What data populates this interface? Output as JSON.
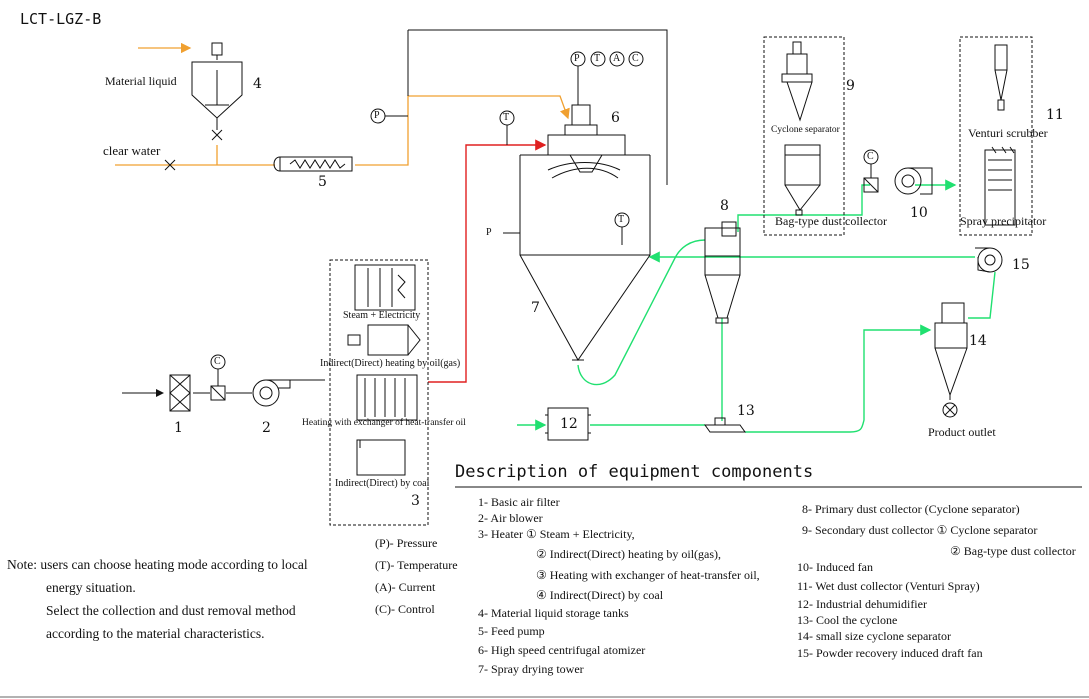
{
  "model_code": "LCT-LGZ-B",
  "inputs": {
    "material_liquid": "Material liquid",
    "clear_water": "clear water"
  },
  "equipment_labels": {
    "cyclone_separator": "Cyclone separator",
    "bag_type_collector": "Bag-type dust collector",
    "venturi_scrubber": "Venturi scrubber",
    "spray_precipitator": "Spray precipitator",
    "product_outlet": "Product outlet"
  },
  "heater_labels": {
    "steam": "Steam + Electricity",
    "oil_gas": "Indirect(Direct) heating by oil(gas)",
    "exchanger": "Heating with exchanger of heat-transfer oil",
    "coal": "Indirect(Direct) by coal"
  },
  "instrument_symbols": [
    "P",
    "T",
    "A",
    "C"
  ],
  "numbers": [
    "1",
    "2",
    "3",
    "4",
    "5",
    "6",
    "7",
    "8",
    "9",
    "10",
    "11",
    "12",
    "13",
    "14",
    "15"
  ],
  "legend": [
    {
      "symbol": "P",
      "label": "Pressure"
    },
    {
      "symbol": "T",
      "label": "Temperature"
    },
    {
      "symbol": "A",
      "label": "Current"
    },
    {
      "symbol": "C",
      "label": "Control"
    }
  ],
  "note": {
    "line1": "Note: users can choose heating mode according to local",
    "line2": "energy situation.",
    "line3": "Select the collection and dust removal method",
    "line4": "according to the material characteristics."
  },
  "description": {
    "title": "Description of equipment components",
    "left": [
      "1- Basic air filter",
      "2- Air blower",
      "3- Heater  ① Steam + Electricity,",
      "② Indirect(Direct) heating by oil(gas),",
      "③ Heating with exchanger of heat-transfer oil,",
      "④ Indirect(Direct) by coal",
      "4- Material liquid storage tanks",
      "5- Feed pump",
      "6- High speed centrifugal atomizer",
      "7- Spray drying tower"
    ],
    "right": [
      "8- Primary dust collector (Cyclone separator)",
      "9- Secondary dust collector ① Cyclone separator",
      "② Bag-type dust collector",
      "10- Induced fan",
      "11- Wet dust collector (Venturi  Spray)",
      "12- Industrial dehumidifier",
      "13- Cool the cyclone",
      "14- small size cyclone separator",
      "15- Powder recovery induced draft fan"
    ]
  },
  "colors": {
    "liquid_line": "#f0a030",
    "hot_air_line": "#e02020",
    "powder_line": "#20e070",
    "line": "#111111"
  }
}
